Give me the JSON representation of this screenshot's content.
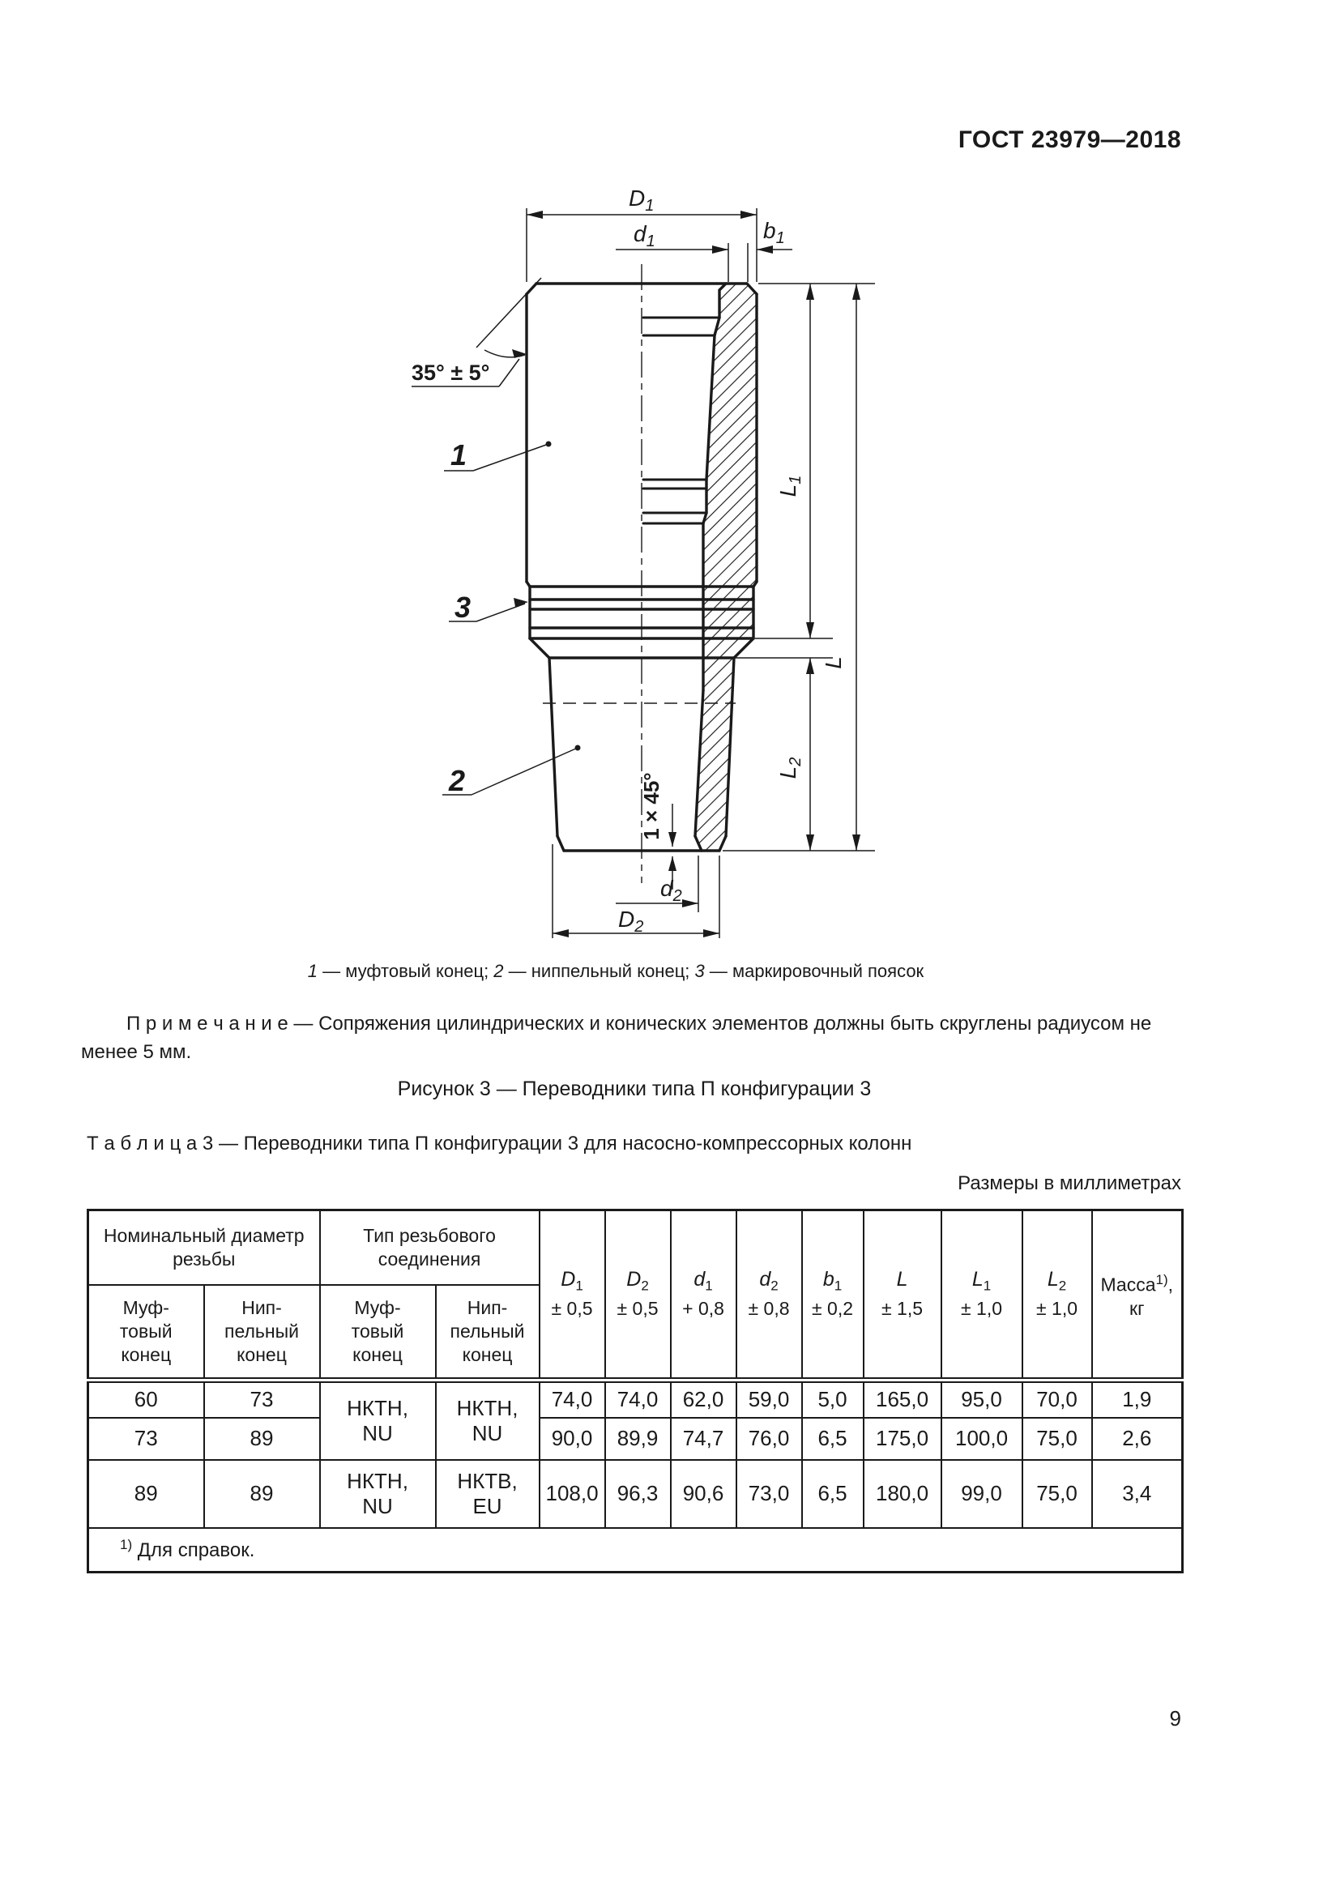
{
  "page": {
    "header": "ГОСТ 23979—2018",
    "number": "9"
  },
  "figure": {
    "dims": {
      "D1": {
        "sym": "D",
        "sub": "1"
      },
      "d1": {
        "sym": "d",
        "sub": "1"
      },
      "b1": {
        "sym": "b",
        "sub": "1"
      },
      "L1": {
        "sym": "L",
        "sub": "1"
      },
      "L": {
        "sym": "L",
        "sub": ""
      },
      "L2": {
        "sym": "L",
        "sub": "2"
      },
      "d2": {
        "sym": "d",
        "sub": "2"
      },
      "D2": {
        "sym": "D",
        "sub": "2"
      }
    },
    "angle_label": "35° ± 5°",
    "chamfer_label": "1 × 45°",
    "item1": "1",
    "item2": "2",
    "item3": "3",
    "caption_items": [
      {
        "num": "1",
        "text": "муфтовый конец"
      },
      {
        "num": "2",
        "text": "ниппельный конец"
      },
      {
        "num": "3",
        "text": "маркировочный поясок"
      }
    ],
    "name": "Рисунок 3 — Переводники типа П конфигурации 3"
  },
  "note": {
    "label": "П р и м е ч а н и е",
    "text": " — Сопряжения цилиндрических и конических элементов должны быть скруглены радиусом не менее 5 мм."
  },
  "table": {
    "caption_label": "Т а б л и ц а  3",
    "caption_text": " — Переводники типа П конфигурации 3 для насосно-компрессорных колонн",
    "units": "Размеры в миллиметрах",
    "head": {
      "group1": "Номинальный диаметр резьбы",
      "group2": "Тип резьбового соединения",
      "sub": [
        [
          "Муф-",
          "товый",
          "конец"
        ],
        [
          "Нип-",
          "пельный",
          "конец"
        ],
        [
          "Муф-",
          "товый",
          "конец"
        ],
        [
          "Нип-",
          "пельный",
          "конец"
        ]
      ],
      "dims": [
        {
          "sym": "D",
          "sub": "1",
          "tol": "± 0,5"
        },
        {
          "sym": "D",
          "sub": "2",
          "tol": "± 0,5"
        },
        {
          "sym": "d",
          "sub": "1",
          "tol": "+ 0,8"
        },
        {
          "sym": "d",
          "sub": "2",
          "tol": "± 0,8"
        },
        {
          "sym": "b",
          "sub": "1",
          "tol": "± 0,2"
        },
        {
          "sym": "L",
          "sub": "",
          "tol": "± 1,5"
        },
        {
          "sym": "L",
          "sub": "1",
          "tol": "± 1,0"
        },
        {
          "sym": "L",
          "sub": "2",
          "tol": "± 1,0"
        }
      ],
      "mass": {
        "label": "Масса",
        "sup": "1)",
        "unit": "кг"
      }
    },
    "rows": [
      {
        "cells": [
          {
            "t": "60"
          },
          {
            "t": "73"
          },
          {
            "lines": [
              "НКТН,",
              "NU"
            ],
            "rowspan": 2
          },
          {
            "lines": [
              "НКТН,",
              "NU"
            ],
            "rowspan": 2
          },
          {
            "t": "74,0"
          },
          {
            "t": "74,0"
          },
          {
            "t": "62,0"
          },
          {
            "t": "59,0"
          },
          {
            "t": "5,0"
          },
          {
            "t": "165,0"
          },
          {
            "t": "95,0"
          },
          {
            "t": "70,0"
          },
          {
            "t": "1,9"
          }
        ]
      },
      {
        "cells": [
          {
            "t": "73"
          },
          {
            "t": "89"
          },
          {
            "t": "90,0"
          },
          {
            "t": "89,9"
          },
          {
            "t": "74,7"
          },
          {
            "t": "76,0"
          },
          {
            "t": "6,5"
          },
          {
            "t": "175,0"
          },
          {
            "t": "100,0"
          },
          {
            "t": "75,0"
          },
          {
            "t": "2,6"
          }
        ]
      },
      {
        "cells": [
          {
            "t": "89"
          },
          {
            "t": "89"
          },
          {
            "lines": [
              "НКТН,",
              "NU"
            ]
          },
          {
            "lines": [
              "НКТВ,",
              "EU"
            ]
          },
          {
            "t": "108,0"
          },
          {
            "t": "96,3"
          },
          {
            "t": "90,6"
          },
          {
            "t": "73,0"
          },
          {
            "t": "6,5"
          },
          {
            "t": "180,0"
          },
          {
            "t": "99,0"
          },
          {
            "t": "75,0"
          },
          {
            "t": "3,4"
          }
        ]
      }
    ],
    "footnote": {
      "sup": "1)",
      "text": " Для справок."
    }
  }
}
